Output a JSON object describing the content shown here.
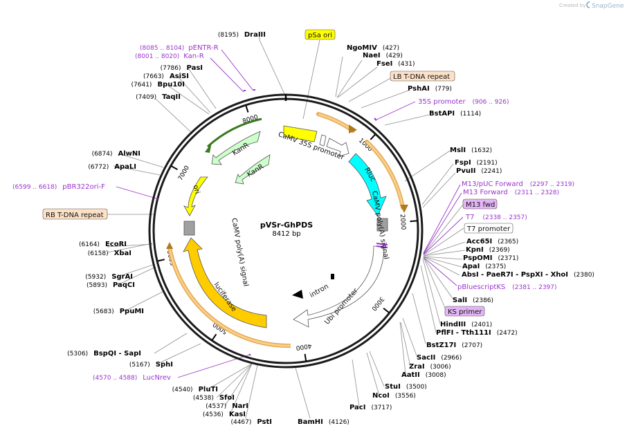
{
  "branding": {
    "created_by": "Created by",
    "product": "SnapGene"
  },
  "plasmid": {
    "name": "pVSr-GhPDS",
    "length": "8412 bp",
    "length_bp": 8412
  },
  "ruler": [
    "1000",
    "2000",
    "3000",
    "4000",
    "5000",
    "6000",
    "7000",
    "8000"
  ],
  "features": [
    {
      "id": "f-caMV35S",
      "label": "CaMV 35S promoter",
      "color": "#ffff00"
    },
    {
      "id": "f-rluc",
      "label": "Rluc",
      "color": "#00ffff"
    },
    {
      "id": "f-caMVpolyA-r",
      "label": "CaMV poly(A) signal",
      "color": "#a0a0a0"
    },
    {
      "id": "f-ubi",
      "label": "Ubi promoter",
      "color": "#ffffff"
    },
    {
      "id": "f-intron",
      "label": "intron",
      "color": "#000000"
    },
    {
      "id": "f-luciferase",
      "label": "luciferase",
      "color": "#ffcc00"
    },
    {
      "id": "f-caMVpolyA-l",
      "label": "CaMV poly(A) signal",
      "color": "#a0a0a0"
    },
    {
      "id": "f-ori",
      "label": "ori",
      "color": "#ffff00"
    },
    {
      "id": "f-kanr1",
      "label": "KanR",
      "color": "#ccffcc"
    },
    {
      "id": "f-kanr2",
      "label": "KanR",
      "color": "#ccffcc"
    }
  ],
  "sites": [
    {
      "name": "DraIII",
      "pos": "(8195)"
    },
    {
      "name": "NgoMIV",
      "pos": "(427)"
    },
    {
      "name": "NaeI",
      "pos": "(429)"
    },
    {
      "name": "FseI",
      "pos": "(431)"
    },
    {
      "name": "PshAI",
      "pos": "(779)"
    },
    {
      "name": "BstAPI",
      "pos": "(1114)"
    },
    {
      "name": "MslI",
      "pos": "(1632)"
    },
    {
      "name": "FspI",
      "pos": "(2191)"
    },
    {
      "name": "PvuII",
      "pos": "(2241)"
    },
    {
      "name": "Acc65I",
      "pos": "(2365)"
    },
    {
      "name": "KpnI",
      "pos": "(2369)"
    },
    {
      "name": "PspOMI",
      "pos": "(2371)"
    },
    {
      "name": "ApaI",
      "pos": "(2375)"
    },
    {
      "name": "AbsI - PaeR7I - PspXI - XhoI",
      "pos": "(2380)"
    },
    {
      "name": "SalI",
      "pos": "(2386)"
    },
    {
      "name": "HindIII",
      "pos": "(2401)"
    },
    {
      "name": "PflFI - Tth111I",
      "pos": "(2472)"
    },
    {
      "name": "BstZ17I",
      "pos": "(2707)"
    },
    {
      "name": "SacII",
      "pos": "(2966)"
    },
    {
      "name": "ZraI",
      "pos": "(3006)"
    },
    {
      "name": "AatII",
      "pos": "(3008)"
    },
    {
      "name": "StuI",
      "pos": "(3500)"
    },
    {
      "name": "NcoI",
      "pos": "(3556)"
    },
    {
      "name": "PacI",
      "pos": "(3717)"
    },
    {
      "name": "BamHI",
      "pos": "(4126)"
    },
    {
      "name": "PstI",
      "pos": "(4467)"
    },
    {
      "name": "KasI",
      "pos": "(4536)"
    },
    {
      "name": "NarI",
      "pos": "(4537)"
    },
    {
      "name": "SfoI",
      "pos": "(4538)"
    },
    {
      "name": "PluTI",
      "pos": "(4540)"
    },
    {
      "name": "SphI",
      "pos": "(5167)"
    },
    {
      "name": "BspQI - SapI",
      "pos": "(5306)"
    },
    {
      "name": "PpuMI",
      "pos": "(5683)"
    },
    {
      "name": "PaqCI",
      "pos": "(5893)"
    },
    {
      "name": "SgrAI",
      "pos": "(5932)"
    },
    {
      "name": "XbaI",
      "pos": "(6158)"
    },
    {
      "name": "EcoRI",
      "pos": "(6164)"
    },
    {
      "name": "ApaLI",
      "pos": "(6772)"
    },
    {
      "name": "AlwNI",
      "pos": "(6874)"
    },
    {
      "name": "TaqII",
      "pos": "(7409)"
    },
    {
      "name": "Bpu10I",
      "pos": "(7641)"
    },
    {
      "name": "AsiSI",
      "pos": "(7663)"
    },
    {
      "name": "PasI",
      "pos": "(7786)"
    }
  ],
  "primers": [
    {
      "name": "pENTR-R",
      "range": "(8085 .. 8104)"
    },
    {
      "name": "Kan-R",
      "range": "(8001 .. 8020)"
    },
    {
      "name": "35S promoter",
      "range": "(906 .. 926)"
    },
    {
      "name": "M13/pUC Forward",
      "range": "(2297 .. 2319)"
    },
    {
      "name": "M13 Forward",
      "range": "(2311 .. 2328)"
    },
    {
      "name": "T7",
      "range": "(2338 .. 2357)"
    },
    {
      "name": "pBluescriptKS",
      "range": "(2381 .. 2397)"
    },
    {
      "name": "pBR322ori-F",
      "range": "(6599 .. 6618)"
    },
    {
      "name": "LucNrev",
      "range": "(4570 .. 4588)"
    }
  ],
  "boxed_labels": [
    {
      "name": "pSa ori",
      "fill": "#ffff00"
    },
    {
      "name": "LB T-DNA repeat",
      "fill": "#fce1c7"
    },
    {
      "name": "M13 fwd",
      "fill": "#e3b5f5"
    },
    {
      "name": "T7 promoter",
      "fill": "#ffffff"
    },
    {
      "name": "KS primer",
      "fill": "#e3b5f5"
    },
    {
      "name": "RB T-DNA repeat",
      "fill": "#fce1c7"
    }
  ],
  "colors": {
    "primer": "#9933cc",
    "backbone": "#1a1a1a",
    "leader": "#8c8c8c",
    "orange_outline": "#e6a84a"
  }
}
